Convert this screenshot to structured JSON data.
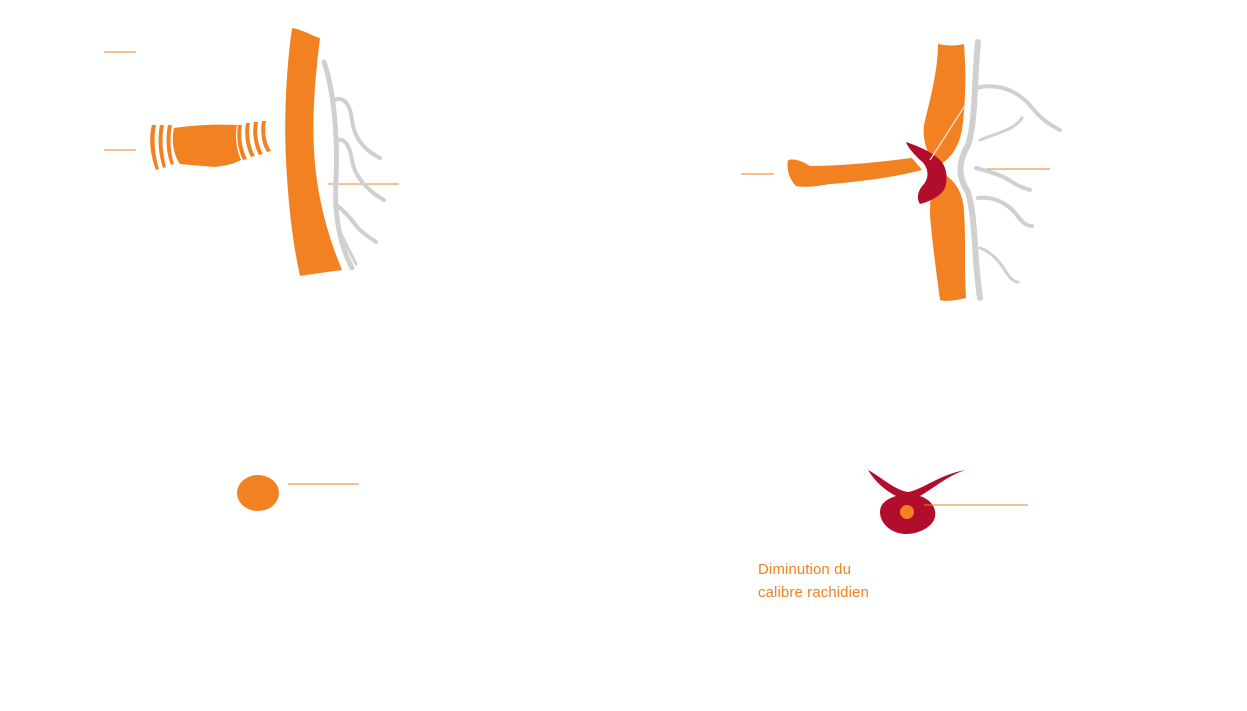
{
  "colors": {
    "orange": "#F28121",
    "dark_red": "#B20D2C",
    "grey": "#D0D0D0",
    "leader_line": "#F28121",
    "caption_text": "#F28121"
  },
  "panels": [
    {
      "id": "top-left",
      "subject": "normal-spine-side-view"
    },
    {
      "id": "top-right",
      "subject": "compressed-spine-side-view"
    },
    {
      "id": "bottom-left",
      "subject": "normal-canal-cross-section"
    },
    {
      "id": "bottom-right",
      "subject": "narrowed-canal-cross-section"
    }
  ],
  "caption": {
    "line1": "Diminution du",
    "line2": "calibre rachidien"
  }
}
